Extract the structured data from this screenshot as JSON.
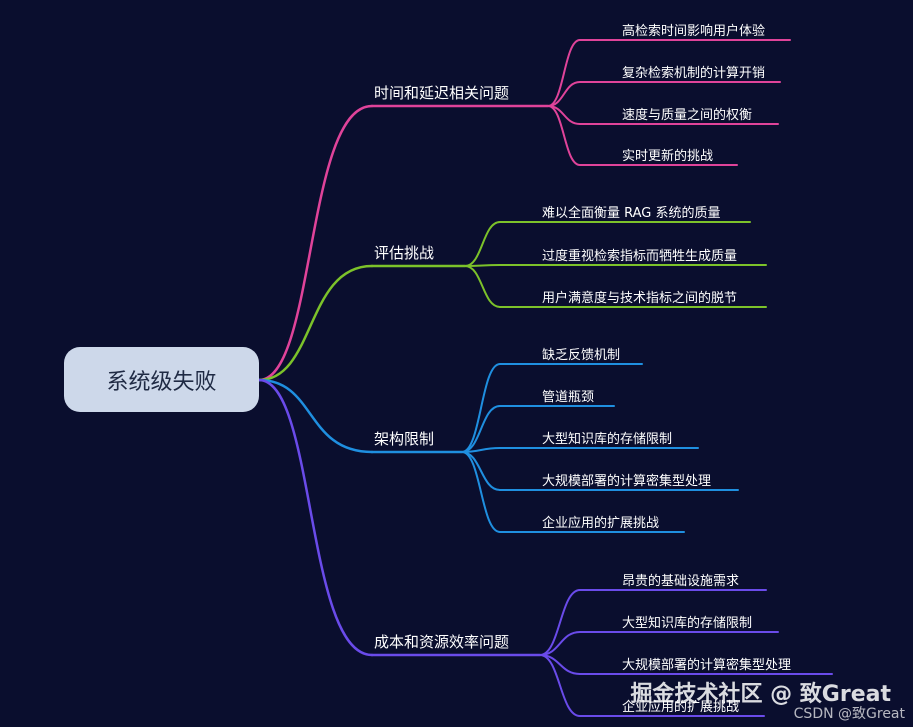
{
  "mindmap": {
    "root": "系统级失败",
    "branches": [
      {
        "label": "时间和延迟相关问题",
        "color": "#e0439a",
        "leaves": [
          "高检索时间影响用户体验",
          "复杂检索机制的计算开销",
          "速度与质量之间的权衡",
          "实时更新的挑战"
        ]
      },
      {
        "label": "评估挑战",
        "color": "#7cc22a",
        "leaves": [
          "难以全面衡量 RAG 系统的质量",
          "过度重视检索指标而牺牲生成质量",
          "用户满意度与技术指标之间的脱节"
        ]
      },
      {
        "label": "架构限制",
        "color": "#1f8fe0",
        "leaves": [
          "缺乏反馈机制",
          "管道瓶颈",
          "大型知识库的存储限制",
          "大规模部署的计算密集型处理",
          "企业应用的扩展挑战"
        ]
      },
      {
        "label": "成本和资源效率问题",
        "color": "#6a4bea",
        "leaves": [
          "昂贵的基础设施需求",
          "大型知识库的存储限制",
          "大规模部署的计算密集型处理",
          "企业应用的扩展挑战"
        ]
      }
    ]
  },
  "watermark": {
    "main": "掘金技术社区 @ 致Great",
    "sub": "CSDN @致Great"
  }
}
